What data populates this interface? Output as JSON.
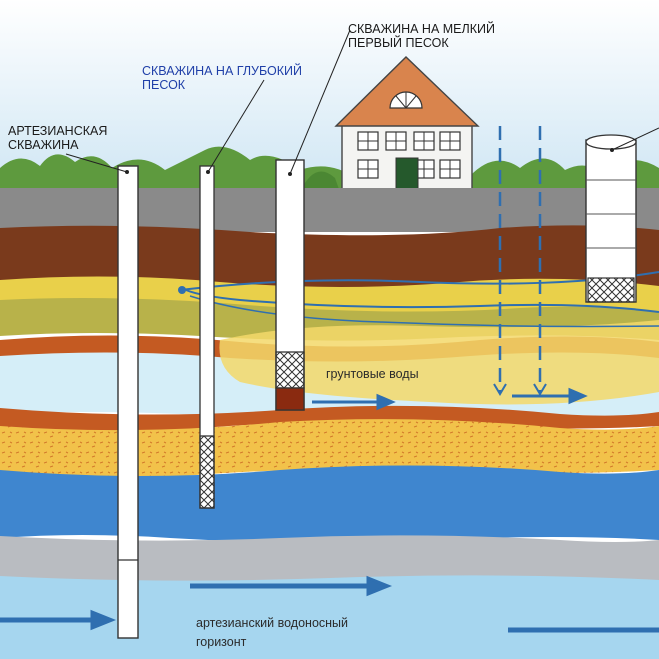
{
  "labels": {
    "artesian_well": [
      "АРТЕЗИАНСКАЯ",
      "СКВАЖИНА"
    ],
    "deep_sand_well": [
      "СКВАЖИНА НА ГЛУБОКИЙ",
      "ПЕСОК"
    ],
    "shallow_sand_well": [
      "СКВАЖИНА НА МЕЛКИЙ",
      "ПЕРВЫЙ ПЕСОК"
    ],
    "groundwater": "грунтовые воды",
    "artesian_aquifer": [
      "артезианский водоносный",
      "горизонт"
    ]
  },
  "colors": {
    "sky": "#cfe6f4",
    "grass": "#5e9a3e",
    "topsoil": "#8a8a8a",
    "brown_clay": "#7a3a1c",
    "yellow_sand": "#e9d04a",
    "olive_loam": "#b8b24a",
    "groundwater_light": "#d5eef8",
    "rust_layer": "#c45a22",
    "fine_sand": "#f2c24a",
    "aquifer_blue": "#3f86cf",
    "grey_bedrock": "#b9bcc1",
    "deep_water": "#a6d6ef",
    "roof": "#d9844d",
    "house_wall": "#f4f4f2",
    "arrow_blue": "#2f6fb0",
    "deep_label_blue": "#1f3fa8"
  }
}
